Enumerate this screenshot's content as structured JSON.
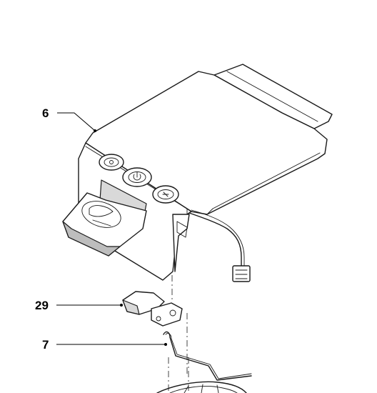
{
  "callouts": [
    {
      "id": "6",
      "label": "6"
    },
    {
      "id": "29",
      "label": "29"
    },
    {
      "id": "7",
      "label": "7"
    }
  ],
  "colors": {
    "line": "#1a1a1a",
    "shade_light": "#d9d9d9",
    "shade_dark": "#bdbdbd",
    "background": "#ffffff"
  }
}
